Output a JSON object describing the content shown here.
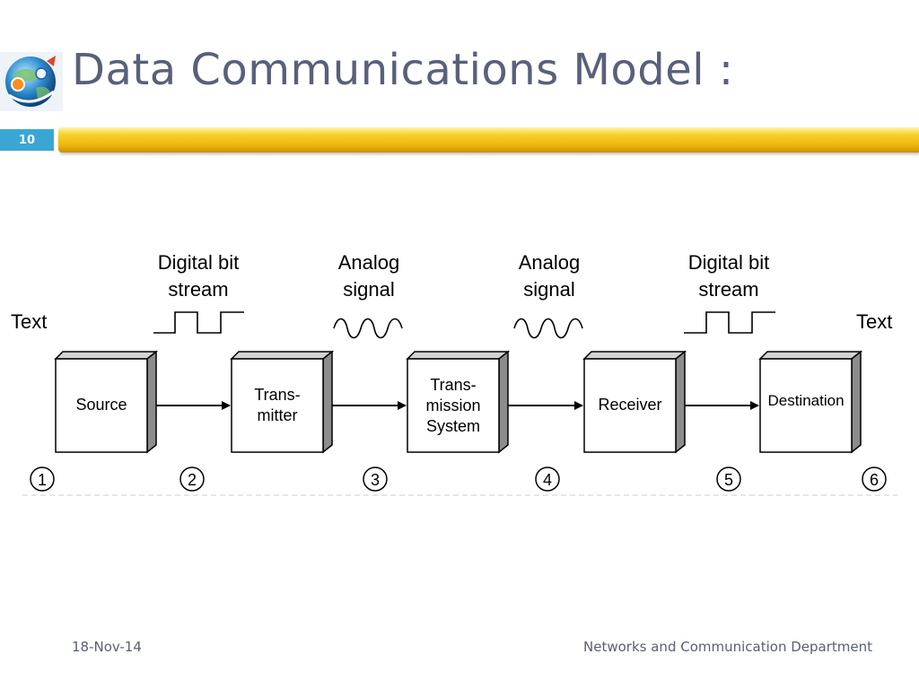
{
  "slide": {
    "title": "Data Communications Model :",
    "number": "10",
    "logo_icon": "globe-network-logo-icon"
  },
  "diagram": {
    "end_labels": {
      "left": "Text",
      "right": "Text"
    },
    "signal_labels": [
      {
        "line1": "Digital bit",
        "line2": "stream",
        "icon": "square-wave-icon"
      },
      {
        "line1": "Analog",
        "line2": "signal",
        "icon": "sine-wave-icon"
      },
      {
        "line1": "Analog",
        "line2": "signal",
        "icon": "sine-wave-icon"
      },
      {
        "line1": "Digital bit",
        "line2": "stream",
        "icon": "square-wave-icon"
      }
    ],
    "blocks": [
      {
        "lines": [
          "Source"
        ]
      },
      {
        "lines": [
          "Trans-",
          "mitter"
        ]
      },
      {
        "lines": [
          "Trans-",
          "mission",
          "System"
        ]
      },
      {
        "lines": [
          "Receiver"
        ]
      },
      {
        "lines": [
          "Destination"
        ]
      }
    ],
    "steps": [
      "1",
      "2",
      "3",
      "4",
      "5",
      "6"
    ]
  },
  "footer": {
    "date": "18-Nov-14",
    "department": "Networks and Communication Department"
  }
}
